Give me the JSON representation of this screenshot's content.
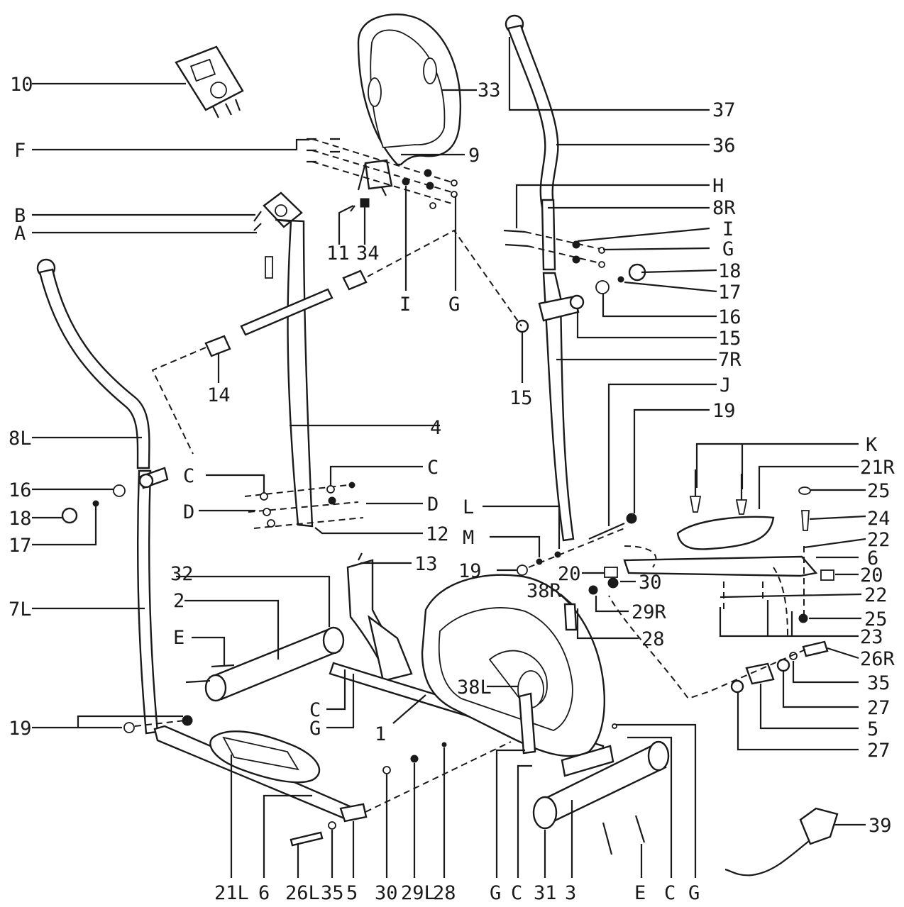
{
  "figure": {
    "callouts": [
      {
        "id": "10",
        "label": "10"
      },
      {
        "id": "33",
        "label": "33"
      },
      {
        "id": "37",
        "label": "37"
      },
      {
        "id": "36",
        "label": "36"
      },
      {
        "id": "F",
        "label": "F"
      },
      {
        "id": "9",
        "label": "9"
      },
      {
        "id": "H",
        "label": "H"
      },
      {
        "id": "8R",
        "label": "8R"
      },
      {
        "id": "B",
        "label": "B"
      },
      {
        "id": "A",
        "label": "A"
      },
      {
        "id": "11",
        "label": "11"
      },
      {
        "id": "34",
        "label": "34"
      },
      {
        "id": "I_top",
        "label": "I"
      },
      {
        "id": "G_top",
        "label": "G"
      },
      {
        "id": "I_right",
        "label": "I"
      },
      {
        "id": "G_right",
        "label": "G"
      },
      {
        "id": "18_right",
        "label": "18"
      },
      {
        "id": "17_right",
        "label": "17"
      },
      {
        "id": "16_right",
        "label": "16"
      },
      {
        "id": "15_right",
        "label": "15"
      },
      {
        "id": "7R",
        "label": "7R"
      },
      {
        "id": "14",
        "label": "14"
      },
      {
        "id": "15_mid",
        "label": "15"
      },
      {
        "id": "J",
        "label": "J"
      },
      {
        "id": "19_right",
        "label": "19"
      },
      {
        "id": "8L",
        "label": "8L"
      },
      {
        "id": "4",
        "label": "4"
      },
      {
        "id": "K",
        "label": "K"
      },
      {
        "id": "21R",
        "label": "21R"
      },
      {
        "id": "C_left",
        "label": "C"
      },
      {
        "id": "C_mid",
        "label": "C"
      },
      {
        "id": "16_left",
        "label": "16"
      },
      {
        "id": "D_left",
        "label": "D"
      },
      {
        "id": "D_right",
        "label": "D"
      },
      {
        "id": "25_top",
        "label": "25"
      },
      {
        "id": "18_left",
        "label": "18"
      },
      {
        "id": "12",
        "label": "12"
      },
      {
        "id": "L",
        "label": "L"
      },
      {
        "id": "24",
        "label": "24"
      },
      {
        "id": "17_left",
        "label": "17"
      },
      {
        "id": "M",
        "label": "M"
      },
      {
        "id": "22_top",
        "label": "22"
      },
      {
        "id": "6_right",
        "label": "6"
      },
      {
        "id": "13",
        "label": "13"
      },
      {
        "id": "19_mid",
        "label": "19"
      },
      {
        "id": "20_mid",
        "label": "20"
      },
      {
        "id": "20_right",
        "label": "20"
      },
      {
        "id": "32",
        "label": "32"
      },
      {
        "id": "30_top",
        "label": "30"
      },
      {
        "id": "38R",
        "label": "38R"
      },
      {
        "id": "22_bottom",
        "label": "22"
      },
      {
        "id": "2",
        "label": "2"
      },
      {
        "id": "29R",
        "label": "29R"
      },
      {
        "id": "25_bottom",
        "label": "25"
      },
      {
        "id": "7L",
        "label": "7L"
      },
      {
        "id": "28_right",
        "label": "28"
      },
      {
        "id": "23",
        "label": "23"
      },
      {
        "id": "E_left",
        "label": "E"
      },
      {
        "id": "26R",
        "label": "26R"
      },
      {
        "id": "38L",
        "label": "38L"
      },
      {
        "id": "35_right",
        "label": "35"
      },
      {
        "id": "C_frame",
        "label": "C"
      },
      {
        "id": "27_top",
        "label": "27"
      },
      {
        "id": "G_frame",
        "label": "G"
      },
      {
        "id": "1",
        "label": "1"
      },
      {
        "id": "5_right",
        "label": "5"
      },
      {
        "id": "19_left",
        "label": "19"
      },
      {
        "id": "27_bottom",
        "label": "27"
      },
      {
        "id": "39",
        "label": "39"
      },
      {
        "id": "21L",
        "label": "21L"
      },
      {
        "id": "6_bottom",
        "label": "6"
      },
      {
        "id": "26L",
        "label": "26L"
      },
      {
        "id": "35_bottom",
        "label": "35"
      },
      {
        "id": "5_bottom",
        "label": "5"
      },
      {
        "id": "30_bottom",
        "label": "30"
      },
      {
        "id": "29L",
        "label": "29L"
      },
      {
        "id": "28_bottom",
        "label": "28"
      },
      {
        "id": "G_bottom",
        "label": "G"
      },
      {
        "id": "C_bottom1",
        "label": "C"
      },
      {
        "id": "31",
        "label": "31"
      },
      {
        "id": "3",
        "label": "3"
      },
      {
        "id": "E_bottom",
        "label": "E"
      },
      {
        "id": "C_bottom2",
        "label": "C"
      },
      {
        "id": "G_bottom2",
        "label": "G"
      }
    ]
  }
}
